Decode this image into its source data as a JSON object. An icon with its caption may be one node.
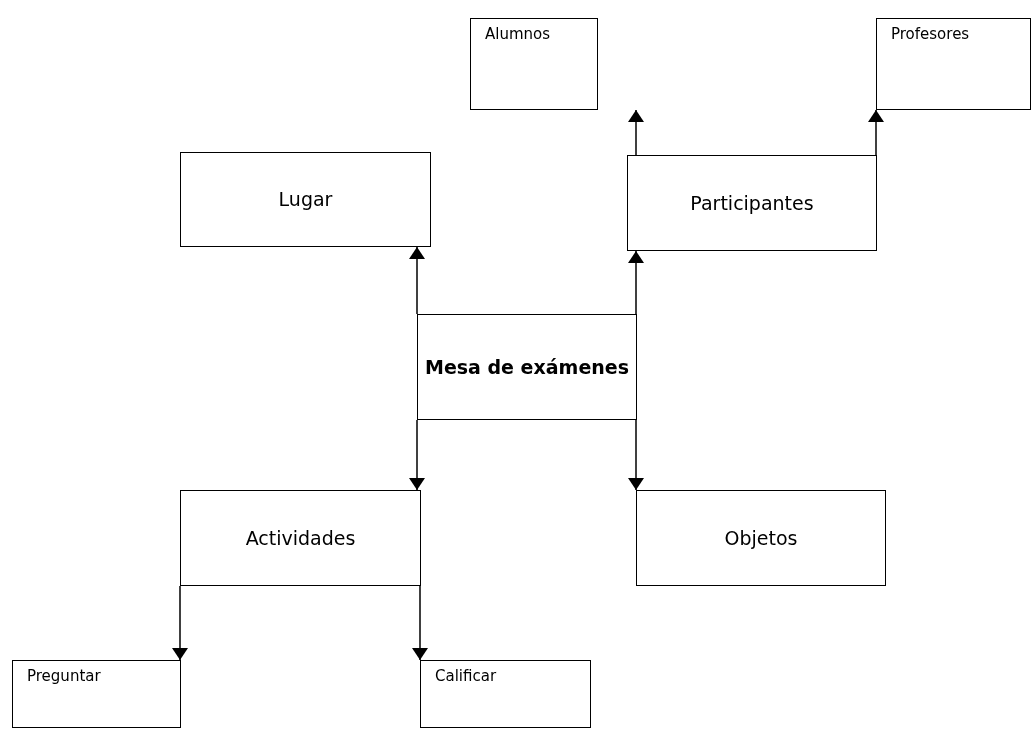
{
  "diagram": {
    "nodes": [
      {
        "text": [
          "Alumnos"
        ]
      },
      {
        "text": [
          "Profesores"
        ]
      },
      {
        "text": [
          "Lugar"
        ]
      },
      {
        "text": [
          "Participantes"
        ]
      },
      {
        "text": [
          "Mesa de exámenes"
        ]
      },
      {
        "text": [
          "Actividades"
        ]
      },
      {
        "text": [
          "Objetos"
        ]
      },
      {
        "text": [
          "Preguntar"
        ]
      },
      {
        "text": [
          "Calificar"
        ]
      }
    ],
    "edges": [
      {
        "from": 4,
        "to": 2,
        "arrow": "to"
      },
      {
        "from": 4,
        "to": 3,
        "arrow": "to"
      },
      {
        "from": 3,
        "to": 0,
        "arrow": "to"
      },
      {
        "from": 3,
        "to": 1,
        "arrow": "to"
      },
      {
        "from": 4,
        "to": 5,
        "arrow": "to"
      },
      {
        "from": 4,
        "to": 6,
        "arrow": "to"
      },
      {
        "from": 5,
        "to": 7,
        "arrow": "to"
      },
      {
        "from": 5,
        "to": 8,
        "arrow": "to"
      }
    ]
  }
}
